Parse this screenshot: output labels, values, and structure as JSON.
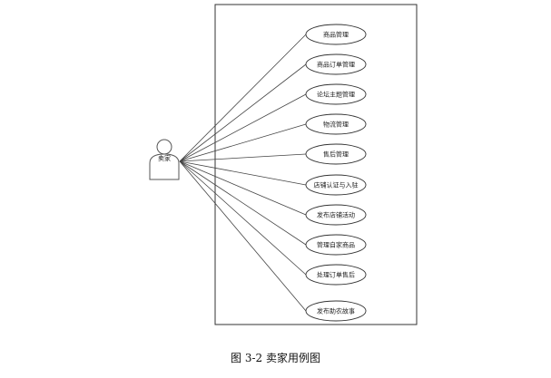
{
  "diagram": {
    "type": "use-case",
    "actor": {
      "name": "卖家"
    },
    "use_cases": [
      "商品管理",
      "商品订单管理",
      "论坛主题管理",
      "物流管理",
      "售后管理",
      "店铺认证与入驻",
      "发布店铺活动",
      "管理自家商品",
      "处理订单售后",
      "发布助农故事"
    ]
  },
  "caption": "图 3-2  卖家用例图"
}
